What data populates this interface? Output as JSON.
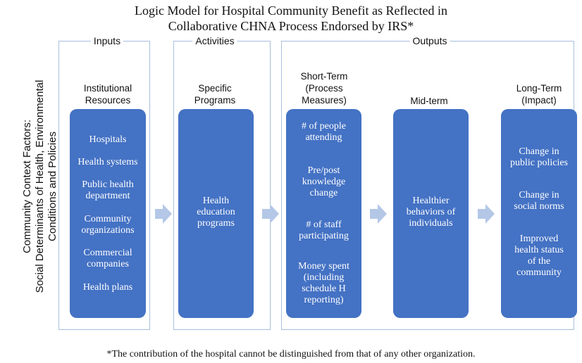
{
  "title": {
    "line1": "Logic Model for Hospital Community Benefit as Reflected in",
    "line2": "Collaborative CHNA Process Endorsed by IRS*"
  },
  "side_label": {
    "line1": "Community Context Factors:",
    "line2": "Social Determinants of Health, Environmental",
    "line3": "Conditions and Policies"
  },
  "sections": {
    "inputs": "Inputs",
    "activities": "Activities",
    "outputs": "Outputs"
  },
  "columns": {
    "inputs": {
      "heading": [
        "Institutional",
        "Resources"
      ],
      "items": [
        [
          "Hospitals"
        ],
        [
          "Health systems"
        ],
        [
          "Public health",
          "department"
        ],
        [
          "Community",
          "organizations"
        ],
        [
          "Commercial",
          "companies"
        ],
        [
          "Health plans"
        ]
      ]
    },
    "activities": {
      "heading": [
        "Specific",
        "Programs"
      ],
      "items": [
        [
          "Health",
          "education",
          "programs"
        ]
      ]
    },
    "short_term": {
      "heading": [
        "Short-Term",
        "(Process",
        "Measures)"
      ],
      "items": [
        [
          "# of people",
          "attending"
        ],
        [
          "Pre/post",
          "knowledge",
          "change"
        ],
        [
          "# of staff",
          "participating"
        ],
        [
          "Money spent",
          "(including",
          "schedule H",
          "reporting)"
        ]
      ]
    },
    "mid_term": {
      "heading": [
        "Mid-term"
      ],
      "items": [
        [
          "Healthier",
          "behaviors of",
          "individuals"
        ]
      ]
    },
    "long_term": {
      "heading": [
        "Long-Term",
        "(Impact)"
      ],
      "items": [
        [
          "Change in",
          "public policies"
        ],
        [
          "Change in",
          "social norms"
        ],
        [
          "Improved",
          "health status",
          "of the",
          "community"
        ]
      ]
    }
  },
  "colors": {
    "box_fill": "#4472c4",
    "frame_border": "#a9bfdf",
    "arrow_fill": "#b4c7e7"
  },
  "footnote": "*The contribution of the hospital cannot be distinguished from that of any other organization."
}
